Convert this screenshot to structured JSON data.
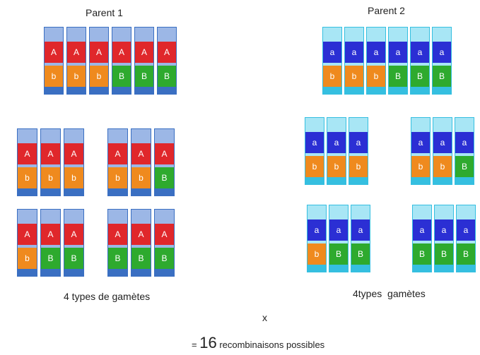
{
  "parent1": {
    "label": "Parent 1",
    "genotype": [
      [
        "A",
        "b"
      ],
      [
        "A",
        "b"
      ],
      [
        "A",
        "b"
      ],
      [
        "A",
        "B"
      ],
      [
        "A",
        "B"
      ],
      [
        "A",
        "B"
      ]
    ]
  },
  "parent2": {
    "label": "Parent 2",
    "genotype": [
      [
        "a",
        "b"
      ],
      [
        "a",
        "b"
      ],
      [
        "a",
        "b"
      ],
      [
        "a",
        "B"
      ],
      [
        "a",
        "B"
      ],
      [
        "a",
        "B"
      ]
    ]
  },
  "gametes1": [
    [
      [
        "A",
        "b"
      ],
      [
        "A",
        "b"
      ],
      [
        "A",
        "b"
      ]
    ],
    [
      [
        "A",
        "b"
      ],
      [
        "A",
        "b"
      ],
      [
        "A",
        "B"
      ]
    ],
    [
      [
        "A",
        "b"
      ],
      [
        "A",
        "B"
      ],
      [
        "A",
        "B"
      ]
    ],
    [
      [
        "A",
        "B"
      ],
      [
        "A",
        "B"
      ],
      [
        "A",
        "B"
      ]
    ]
  ],
  "gametes2": [
    [
      [
        "a",
        "b"
      ],
      [
        "a",
        "b"
      ],
      [
        "a",
        "b"
      ]
    ],
    [
      [
        "a",
        "b"
      ],
      [
        "a",
        "b"
      ],
      [
        "a",
        "B"
      ]
    ],
    [
      [
        "a",
        "b"
      ],
      [
        "a",
        "B"
      ],
      [
        "a",
        "B"
      ]
    ],
    [
      [
        "a",
        "B"
      ],
      [
        "a",
        "B"
      ],
      [
        "a",
        "B"
      ]
    ]
  ],
  "gametes1_caption": "4 types de gamètes",
  "gametes2_caption": "4types  gamètes",
  "cross_symbol": "x",
  "result": {
    "eq": "= ",
    "number": "16",
    "text": " recombinaisons possibles"
  },
  "colors": {
    "A": "#e0272b",
    "a": "#2b2fd4",
    "b": "#ef8a1e",
    "B": "#2eaa2e",
    "parent1_body": "#9cb7e6",
    "parent1_tip": "#3a6fc2",
    "parent2_body": "#a8e6f5",
    "parent2_tip": "#35bfe0"
  }
}
